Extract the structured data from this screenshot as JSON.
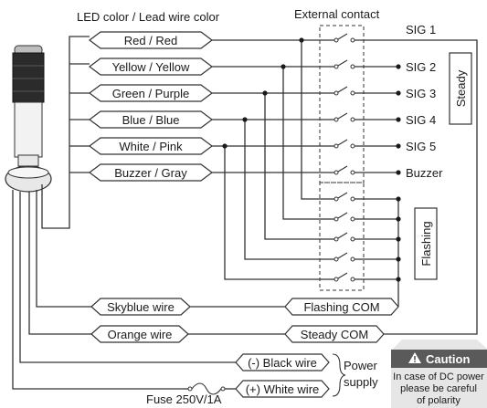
{
  "header": {
    "led_color_lead_wire": "LED color / Lead wire color",
    "external_contact": "External contact"
  },
  "wires": [
    {
      "label": "Red / Red",
      "signal": "SIG 1"
    },
    {
      "label": "Yellow / Yellow",
      "signal": "SIG 2"
    },
    {
      "label": "Green / Purple",
      "signal": "SIG 3"
    },
    {
      "label": "Blue / Blue",
      "signal": "SIG 4"
    },
    {
      "label": "White / Pink",
      "signal": "SIG 5"
    },
    {
      "label": "Buzzer / Gray",
      "signal": "Buzzer"
    }
  ],
  "groups": {
    "steady": "Steady",
    "flashing": "Flashing"
  },
  "com_wires": {
    "skyblue": "Skyblue wire",
    "flashing_com": "Flashing COM",
    "orange": "Orange wire",
    "steady_com": "Steady COM"
  },
  "power": {
    "black_wire": "(-) Black wire",
    "white_wire": "(+) White wire",
    "power_line1": "Power",
    "power_line2": "supply",
    "fuse": "Fuse 250V/1A"
  },
  "caution": {
    "title": "Caution",
    "line1": "In case of DC power",
    "line2": "please be careful",
    "line3": "of polarity"
  },
  "colors": {
    "caution_bg": "#5a5a5a",
    "caution_box": "#e6e6e6",
    "stack_body": "#2b2b2b",
    "stack_base": "#e8e8e8"
  }
}
